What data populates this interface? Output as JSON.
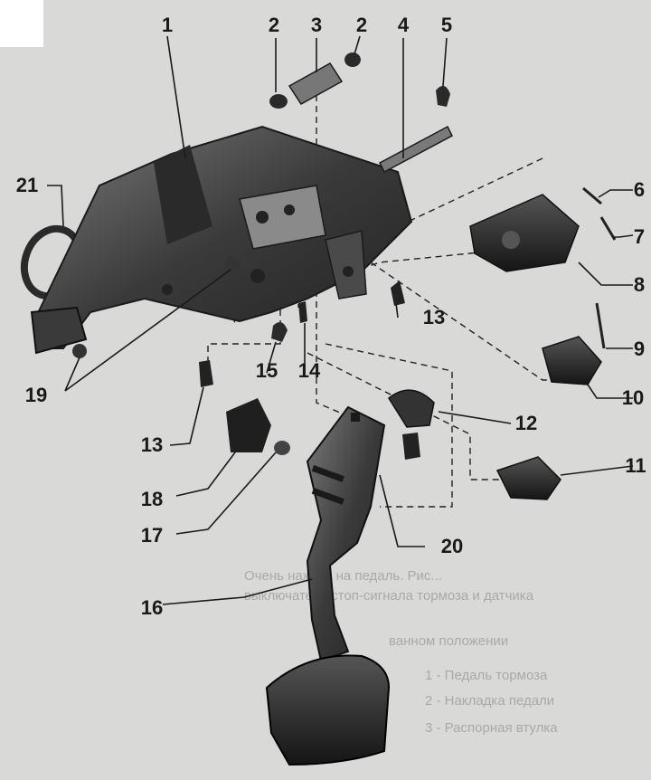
{
  "callouts": {
    "c1": "1",
    "c2a": "2",
    "c2b": "2",
    "c3": "3",
    "c4": "4",
    "c5": "5",
    "c6": "6",
    "c7": "7",
    "c8": "8",
    "c9": "9",
    "c10": "10",
    "c11": "11",
    "c12": "12",
    "c13a": "13",
    "c13b": "13",
    "c14": "14",
    "c15": "15",
    "c16": "16",
    "c17": "17",
    "c18": "18",
    "c19": "19",
    "c20": "20",
    "c21": "21"
  },
  "background_text": {
    "t1": "Очень нажать на педаль. Рис...",
    "t2": "выключатель стоп-сигнала тормоза и датчика",
    "t3": "ванном положении",
    "t4": "1 - Педаль тормоза",
    "t5": "2 - Накладка педали",
    "t6": "3 - Распорная втулка"
  },
  "colors": {
    "background": "#d9d9d7",
    "part_fill": "#3b3b3b",
    "part_light": "#6e6e6e",
    "leader": "#1a1a1a"
  }
}
